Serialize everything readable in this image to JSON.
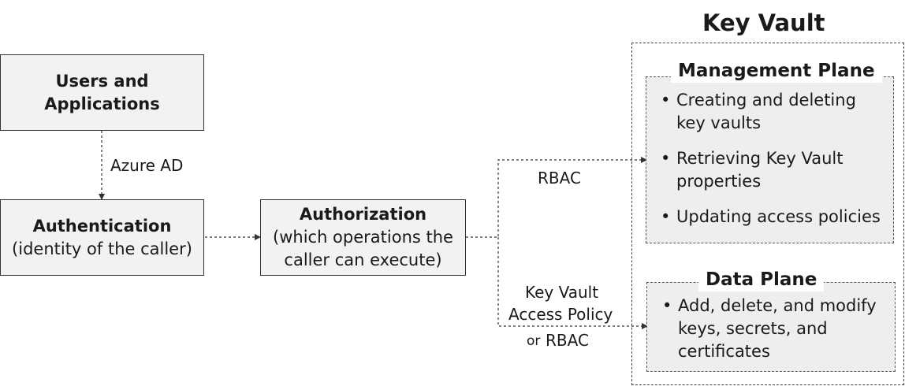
{
  "key_vault_title": "Key Vault",
  "users_box": {
    "line1": "Users and",
    "line2": "Applications"
  },
  "authn_box": {
    "title": "Authentication",
    "subtitle": "(identity of the caller)"
  },
  "authz_box": {
    "title": "Authorization",
    "line1": "(which operations the",
    "line2": "caller can execute)"
  },
  "edge_labels": {
    "azure_ad": "Azure AD",
    "rbac_top": "RBAC",
    "kv_policy_line1": "Key Vault",
    "kv_policy_line2": "Access Policy",
    "kv_policy_or": "or",
    "kv_policy_rbac": "RBAC"
  },
  "management_plane": {
    "title": "Management Plane",
    "items": [
      {
        "line1": "Creating and deleting",
        "line2": "key vaults"
      },
      {
        "line1": "Retrieving Key Vault",
        "line2": "properties"
      },
      {
        "line1": "Updating access policies",
        "line2": ""
      }
    ]
  },
  "data_plane": {
    "title": "Data Plane",
    "items": [
      {
        "line1": "Add, delete, and modify",
        "line2": "keys, secrets, and",
        "line3": "certificates"
      }
    ]
  },
  "colors": {
    "box_fill": "#f2f2f2",
    "plane_fill": "#eeeeee",
    "line": "#333333"
  }
}
